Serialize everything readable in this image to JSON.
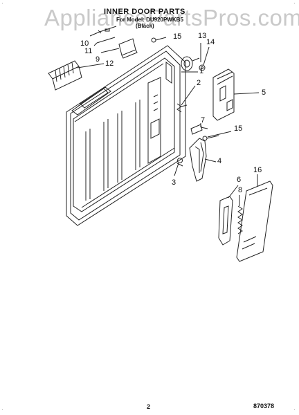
{
  "watermark": "AppliancePartsPros.com",
  "header": {
    "title": "INNER DOOR PARTS",
    "subtitle_line1": "For Model: DU920PWKB5",
    "subtitle_line2": "(Black)"
  },
  "footer": {
    "page_number": "2",
    "drawing_code": "870378"
  },
  "callouts": [
    "1",
    "2",
    "3",
    "4",
    "5",
    "6",
    "7",
    "8",
    "9",
    "10",
    "11",
    "12",
    "13",
    "14",
    "15",
    "15",
    "16"
  ],
  "colors": {
    "line": "#222222",
    "watermark": "#c9c9c9"
  }
}
